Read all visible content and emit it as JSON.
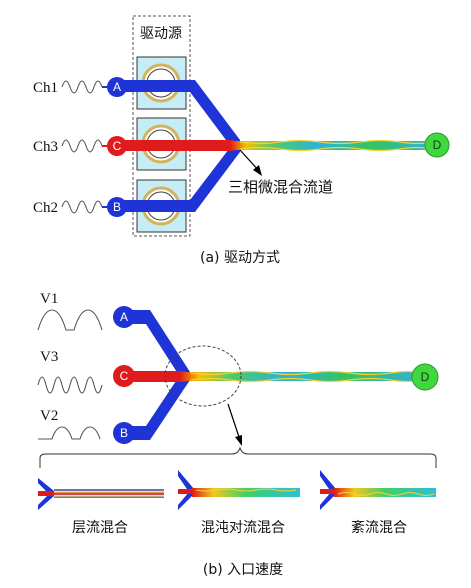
{
  "colors": {
    "blue": "#1f34d6",
    "red": "#e01b1b",
    "green": "#3fd83f",
    "source_fill": "#c6ecf6",
    "source_ring": "#d3b25a"
  },
  "part_a": {
    "source_title": "驱动源",
    "channels": [
      {
        "label": "Ch1",
        "node": "A"
      },
      {
        "label": "Ch3",
        "node": "C"
      },
      {
        "label": "Ch2",
        "node": "B"
      }
    ],
    "outlet": "D",
    "annotation": "三相微混合流道",
    "caption": "(a) 驱动方式"
  },
  "part_b": {
    "inputs": [
      {
        "label": "V1",
        "node": "A"
      },
      {
        "label": "V3",
        "node": "C"
      },
      {
        "label": "V2",
        "node": "B"
      }
    ],
    "outlet": "D",
    "modes": [
      "层流混合",
      "混沌对流混合",
      "紊流混合"
    ],
    "caption": "(b) 入口速度"
  }
}
